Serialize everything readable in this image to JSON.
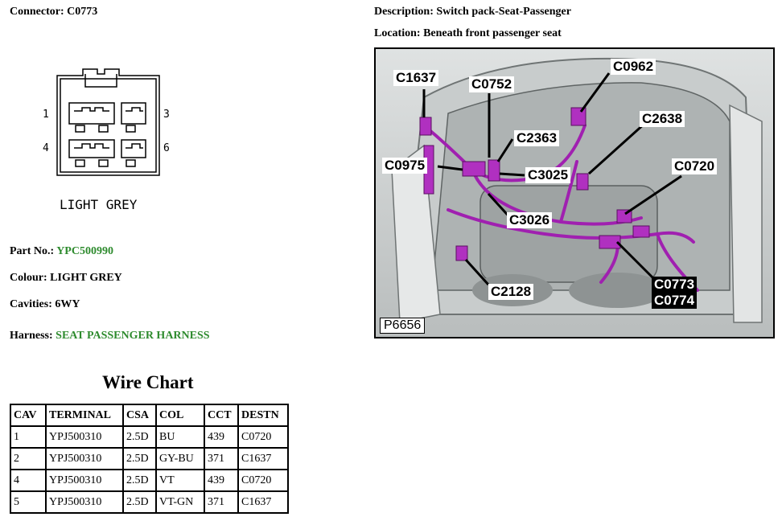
{
  "connector": {
    "label": "Connector:",
    "value": "C0773"
  },
  "description": {
    "label": "Description:",
    "value": "Switch pack-Seat-Passenger"
  },
  "location": {
    "label": "Location:",
    "value": "Beneath front passenger seat"
  },
  "drawing": {
    "pin_numbers": [
      "1",
      "3",
      "4",
      "6"
    ],
    "colour_caption": "LIGHT GREY"
  },
  "part_no": {
    "label": "Part No.:",
    "value": "YPC500990"
  },
  "colour": {
    "label": "Colour:",
    "value": "LIGHT GREY"
  },
  "cavities": {
    "label": "Cavities:",
    "value": "6WY"
  },
  "harness": {
    "label": "Harness:",
    "value": "SEAT PASSENGER HARNESS"
  },
  "wire_chart": {
    "title": "Wire Chart",
    "headers": [
      "CAV",
      "TERMINAL",
      "CSA",
      "COL",
      "CCT",
      "DESTN"
    ],
    "rows": [
      [
        "1",
        "YPJ500310",
        "2.5D",
        "BU",
        "439",
        "C0720"
      ],
      [
        "2",
        "YPJ500310",
        "2.5D",
        "GY-BU",
        "371",
        "C1637"
      ],
      [
        "4",
        "YPJ500310",
        "2.5D",
        "VT",
        "439",
        "C0720"
      ],
      [
        "5",
        "YPJ500310",
        "2.5D",
        "VT-GN",
        "371",
        "C1637"
      ]
    ]
  },
  "photo": {
    "reference": "P6656",
    "callouts": [
      "C1637",
      "C0752",
      "C0962",
      "C2363",
      "C2638",
      "C0975",
      "C3025",
      "C0720",
      "C3026",
      "C2128",
      "C0773",
      "C0774"
    ]
  },
  "colors": {
    "link_green": "#2e8b2e",
    "harness_purple": "#a020b0"
  }
}
